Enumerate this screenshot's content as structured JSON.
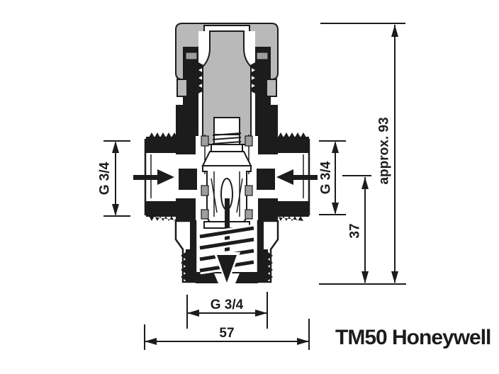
{
  "diagram": {
    "product_label": "TM50 Honeywell",
    "annotations": {
      "left_port_thread": "G 3/4",
      "right_port_thread": "G 3/4",
      "bottom_port_thread": "G 3/4",
      "overall_height": "approx. 93",
      "outlet_to_axis_height": "37",
      "body_width": "57"
    },
    "flow_arrows": [
      "inlet-left",
      "inlet-right",
      "outlet-bottom"
    ],
    "colors": {
      "line": "#1c1c1c",
      "metal_gray": "#b9b9b9",
      "seal_gray": "#9e9e9e",
      "background": "#ffffff"
    }
  }
}
